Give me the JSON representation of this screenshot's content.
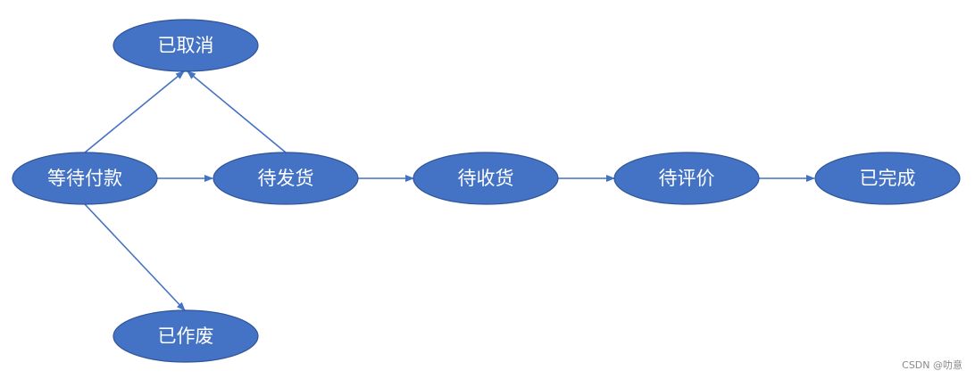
{
  "nodes": {
    "pending_payment": "等待付款",
    "cancelled": "已取消",
    "voided": "已作废",
    "to_ship": "待发货",
    "to_receive": "待收货",
    "to_review": "待评价",
    "completed": "已完成"
  },
  "edges": [
    {
      "from": "pending_payment",
      "to": "cancelled"
    },
    {
      "from": "to_ship",
      "to": "cancelled"
    },
    {
      "from": "pending_payment",
      "to": "to_ship"
    },
    {
      "from": "pending_payment",
      "to": "voided"
    },
    {
      "from": "to_ship",
      "to": "to_receive"
    },
    {
      "from": "to_receive",
      "to": "to_review"
    },
    {
      "from": "to_review",
      "to": "completed"
    }
  ],
  "colors": {
    "node_fill": "#4472c4",
    "node_stroke": "#2f5597",
    "edge": "#4472c4",
    "label": "#ffffff"
  },
  "watermark": "CSDN @叻意"
}
